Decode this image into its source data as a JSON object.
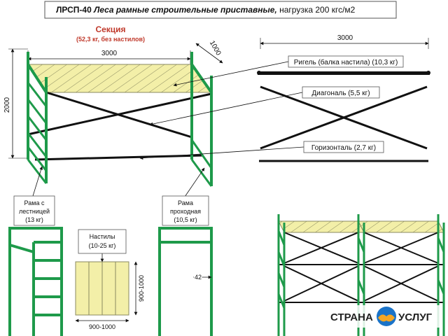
{
  "title": {
    "code": "ЛРСП-40",
    "name": "Леса рамные строительные приставные,",
    "load": "нагрузка 200 кгс/м2"
  },
  "section": {
    "label": "Секция",
    "weight": "(52,3 кг, без настилов)"
  },
  "dimensions": {
    "length": "3000",
    "depth": "1000",
    "height": "2000",
    "length_right": "3000",
    "deck_width": "900-1000",
    "deck_length": "900-1000",
    "gap": "42"
  },
  "callouts": {
    "rigel": "Ригель (балка настила) (10,3 кг)",
    "diagonal": "Диагональ (5,5 кг)",
    "horizontal": "Горизонталь (2,7 кг)",
    "ladder_frame": [
      "Рама с",
      "лестницей",
      "(13 кг)"
    ],
    "walk_frame": [
      "Рама",
      "проходная",
      "(10,5 кг)"
    ],
    "decks": [
      "Настилы",
      "(10-25 кг)"
    ]
  },
  "watermark": "СТРАНА УСЛУГ",
  "colors": {
    "frame_green": "#1e9a4a",
    "deck_yellow": "#f3efa8",
    "line_black": "#111111",
    "title_red": "#c0392b"
  }
}
